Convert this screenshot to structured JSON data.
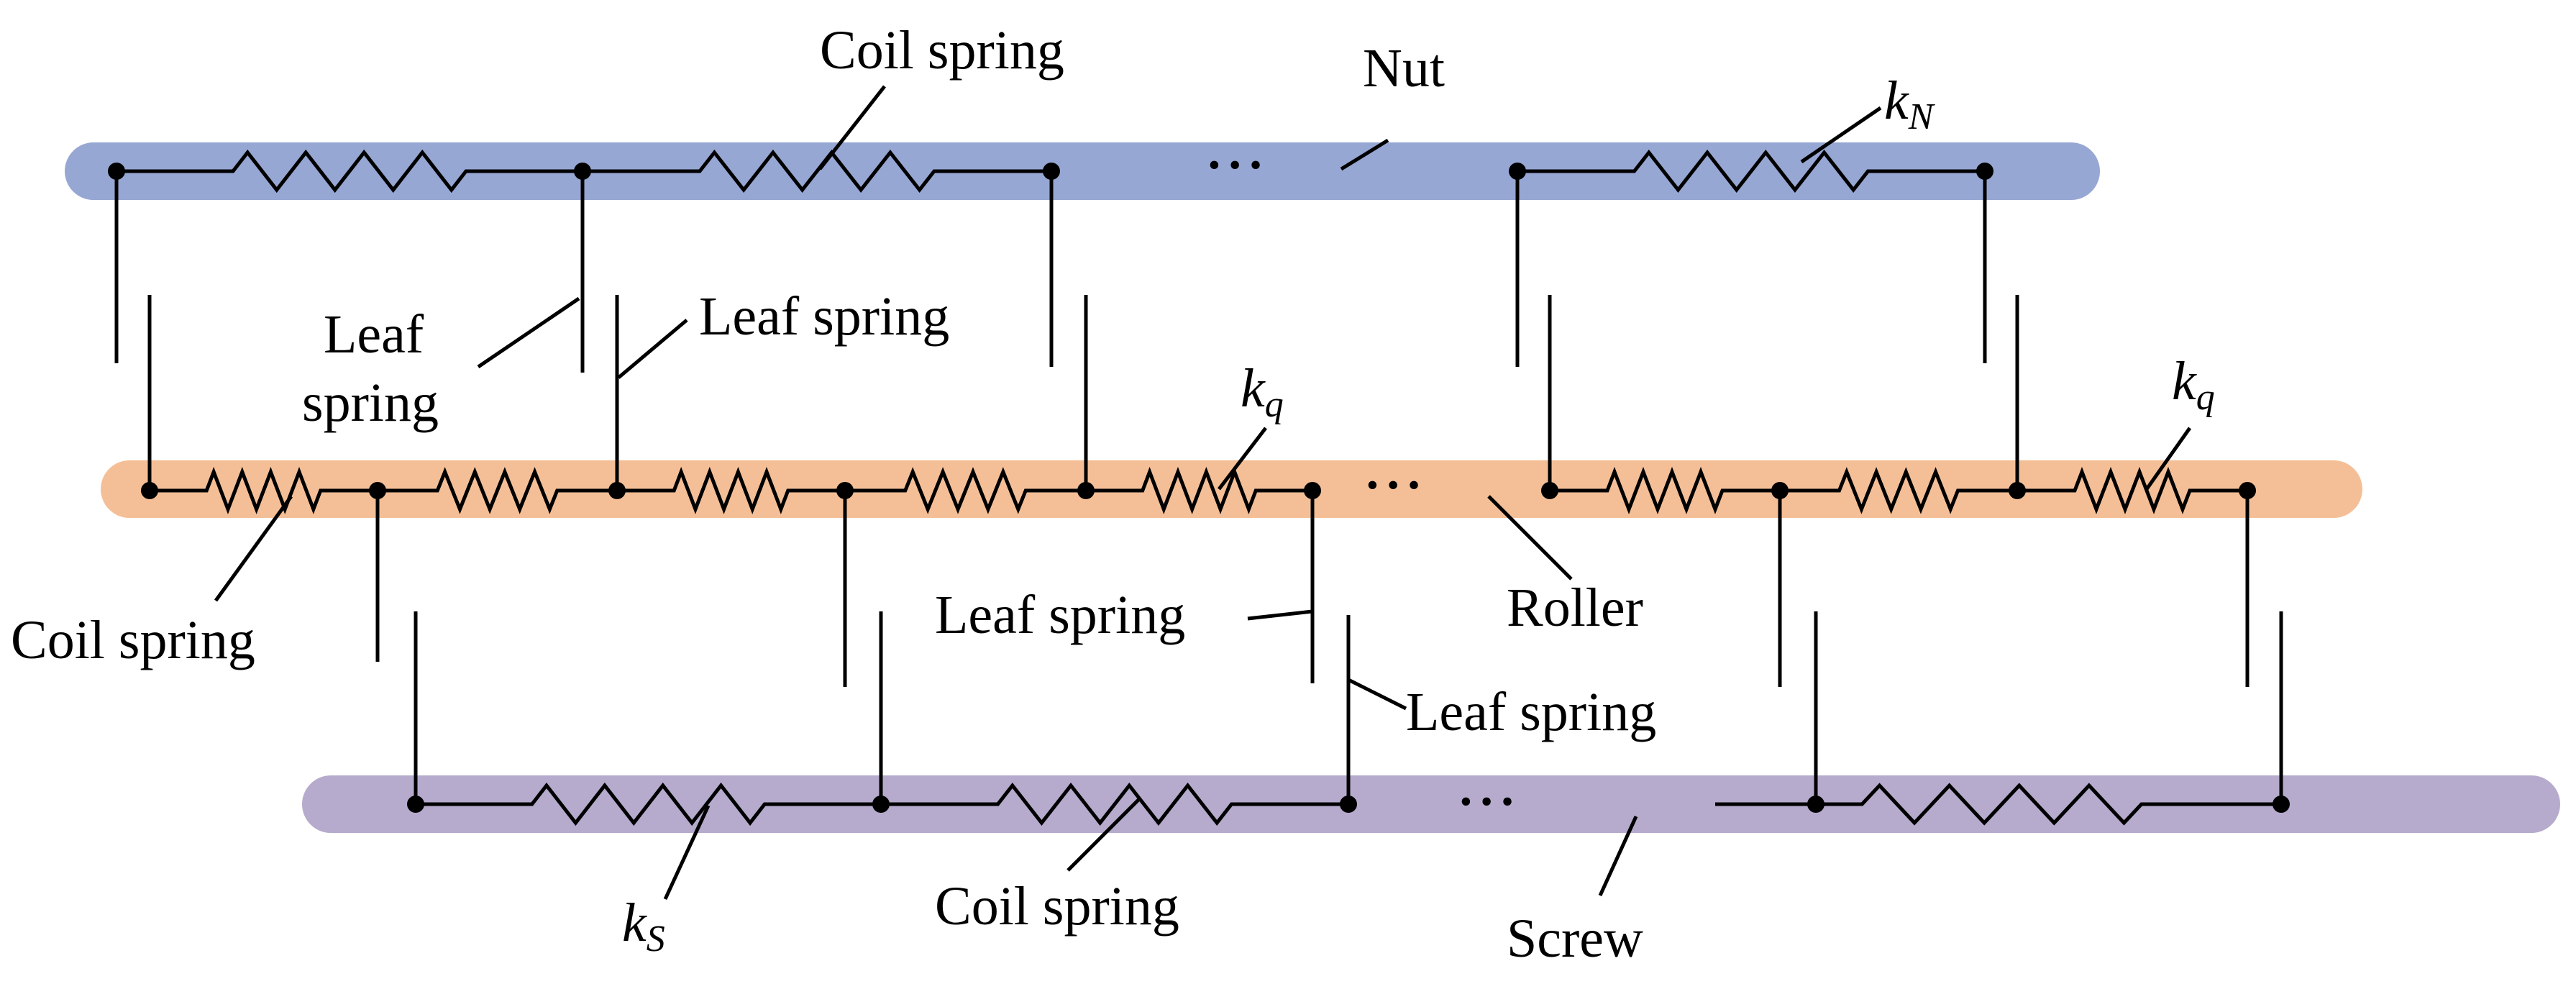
{
  "labels": {
    "coil_spring_top": "Coil spring",
    "nut": "Nut",
    "kN_base": "k",
    "kN_sub": "N",
    "leaf_spring_left_line1": "Leaf",
    "leaf_spring_left_line2": "spring",
    "leaf_spring_mid": "Leaf spring",
    "kq_left_base": "k",
    "kq_left_sub": "q",
    "kq_right_base": "k",
    "kq_right_sub": "q",
    "coil_spring_left": "Coil spring",
    "roller": "Roller",
    "leaf_spring_lower_left": "Leaf spring",
    "leaf_spring_lower_right": "Leaf spring",
    "kS_base": "k",
    "kS_sub": "S",
    "coil_spring_bottom": "Coil spring",
    "screw": "Screw"
  },
  "ellipses": {
    "nut": "• • •",
    "roller": "• • •",
    "screw": "• • •"
  },
  "colors": {
    "nut_bar": "#97a7d3",
    "roller_bar": "#f4bf97",
    "screw_bar": "#b6abcd",
    "line": "#000000"
  }
}
